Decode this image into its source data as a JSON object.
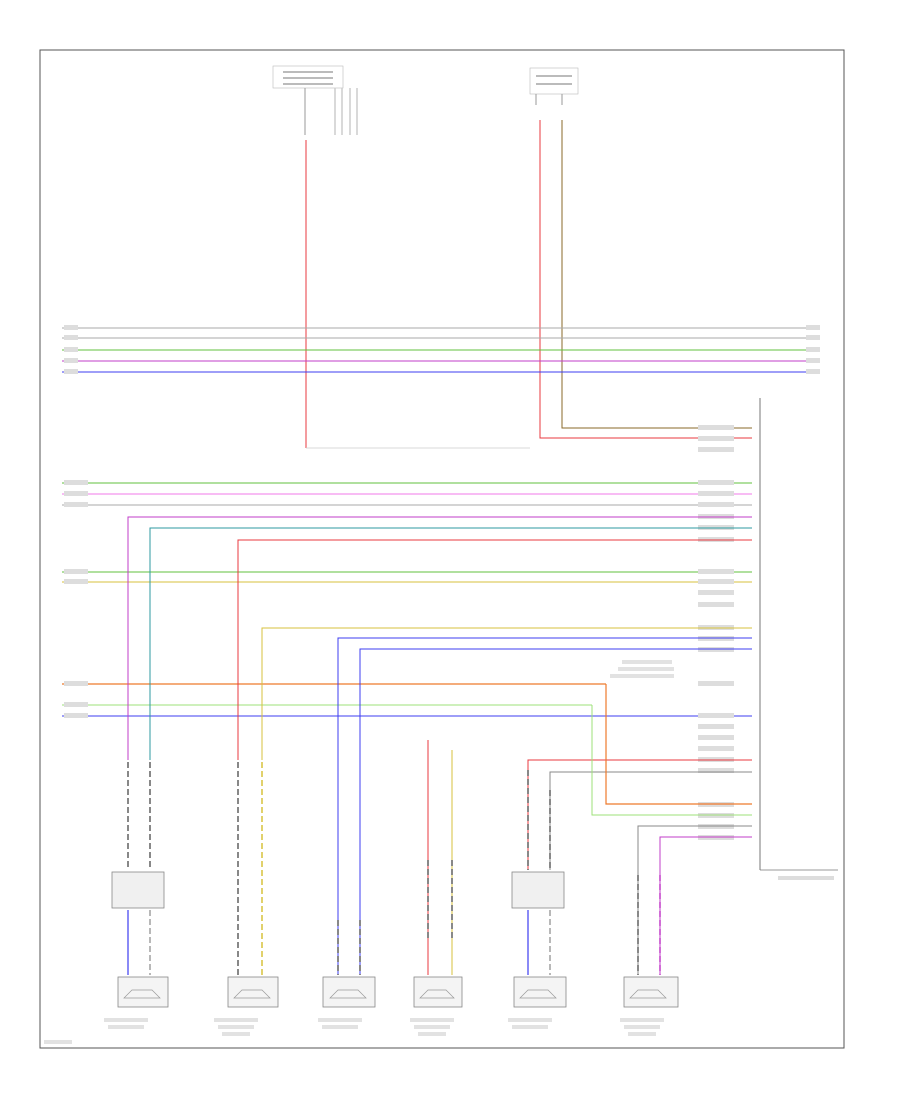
{
  "colors": {
    "frame": "#555555",
    "red": "#e8383f",
    "green": "#62c23c",
    "blue": "#3c3cf0",
    "violet": "#c23cc8",
    "yellow": "#d7c23c",
    "orange": "#ee7a2c",
    "brown": "#8a6a2a",
    "gray": "#9a9a9a",
    "teal": "#2c9aa0",
    "lightgreen": "#9ee07a",
    "pink": "#f078e8"
  },
  "top_components": [
    {
      "id": "fuse",
      "color": "red"
    },
    {
      "id": "mic",
      "color": "red"
    }
  ],
  "bus_wires": [
    {
      "id": "bus-1",
      "color": "gray"
    },
    {
      "id": "bus-2",
      "color": "gray"
    },
    {
      "id": "bus-3",
      "color": "green"
    },
    {
      "id": "bus-4",
      "color": "violet"
    },
    {
      "id": "bus-5",
      "color": "blue"
    }
  ],
  "left_feeds": [
    {
      "id": "feed-1",
      "color": "green"
    },
    {
      "id": "feed-2",
      "color": "pink"
    },
    {
      "id": "feed-3",
      "color": "gray"
    },
    {
      "id": "feed-4",
      "color": "green"
    },
    {
      "id": "feed-5",
      "color": "yellow"
    },
    {
      "id": "feed-6",
      "color": "orange"
    },
    {
      "id": "feed-7",
      "color": "lightgreen"
    },
    {
      "id": "feed-8",
      "color": "blue"
    }
  ],
  "speakers": [
    {
      "id": "speaker-1",
      "wire_a": "blue",
      "wire_b": "gray",
      "has_module": true
    },
    {
      "id": "speaker-2",
      "wire_a": "gray",
      "wire_b": "yellow",
      "has_module": false
    },
    {
      "id": "speaker-3",
      "wire_a": "blue",
      "wire_b": "blue",
      "has_module": false
    },
    {
      "id": "speaker-4",
      "wire_a": "red",
      "wire_b": "yellow",
      "has_module": false
    },
    {
      "id": "speaker-5",
      "wire_a": "blue",
      "wire_b": "gray",
      "has_module": true
    },
    {
      "id": "speaker-6",
      "wire_a": "gray",
      "wire_b": "violet",
      "has_module": false
    }
  ]
}
